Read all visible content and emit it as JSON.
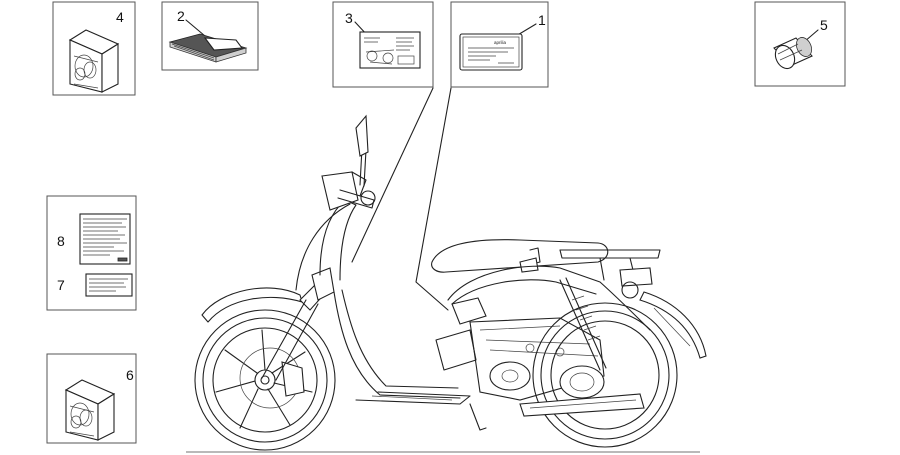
{
  "callouts": [
    {
      "id": "1",
      "label": "1"
    },
    {
      "id": "2",
      "label": "2"
    },
    {
      "id": "3",
      "label": "3"
    },
    {
      "id": "4",
      "label": "4"
    },
    {
      "id": "5",
      "label": "5"
    },
    {
      "id": "6",
      "label": "6"
    },
    {
      "id": "7",
      "label": "7"
    },
    {
      "id": "8",
      "label": "8"
    }
  ],
  "sticker_1": {
    "brand_text": "aprilia"
  },
  "icons": [
    "manual-booklet-icon",
    "card-set-icon",
    "sticker-sheet-icon",
    "plate-sticker-icon",
    "plug-icon",
    "warning-sticker-icon",
    "scooter-drawing-icon"
  ]
}
